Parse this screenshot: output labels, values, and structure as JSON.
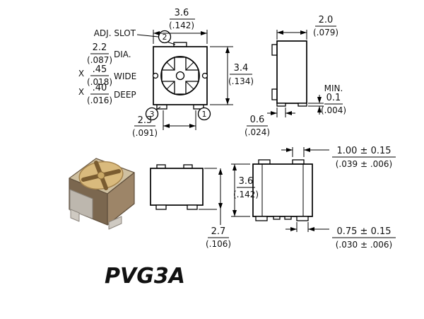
{
  "part_label": "PVG3A",
  "colors": {
    "line": "#000000",
    "background": "#ffffff",
    "photo_top": "#cfc0a0",
    "photo_right": "#9d8568",
    "photo_left": "#7b674f",
    "photo_rotor": "#d9ba7d",
    "photo_rotor_slot": "#7a5c30",
    "photo_rotor_hub": "#c9a866",
    "photo_metal": "#bdb7ae",
    "photo_foot": "#cfcac2"
  },
  "top_view": {
    "adj_slot_label": "ADJ. SLOT",
    "slot_dia": {
      "mm": "2.2",
      "inch": "(.087)",
      "suffix": "DIA."
    },
    "slot_wide": {
      "prefix": "X",
      "mm": ".45",
      "inch": "(.018)",
      "suffix": "WIDE"
    },
    "slot_deep": {
      "prefix": "X",
      "mm": ".40",
      "inch": "(.016)",
      "suffix": "DEEP"
    },
    "dim_width": {
      "mm": "3.6",
      "inch": "(.142)"
    },
    "dim_height": {
      "mm": "3.4",
      "inch": "(.134)"
    },
    "dim_pad_span": {
      "mm": "2.3",
      "inch": "(.091)"
    },
    "terminals": {
      "t1": "1",
      "t2": "2",
      "t3": "3"
    }
  },
  "side_view": {
    "dim_depth": {
      "mm": "2.0",
      "inch": "(.079)"
    },
    "dim_standoff": {
      "label": "MIN.",
      "mm": "0.1",
      "inch": "(.004)"
    },
    "dim_pad": {
      "mm": "0.6",
      "inch": "(.024)"
    }
  },
  "front_view": {
    "dim_total_height": {
      "mm": "3.6",
      "inch": "(.142)"
    },
    "dim_body_height": {
      "mm": "2.7",
      "inch": "(.106)"
    }
  },
  "bottom_view": {
    "dim_pad_top": {
      "mm": "1.00 ± 0.15",
      "inch": "(.039 ± .006)"
    },
    "dim_pad_bottom": {
      "mm": "0.75 ± 0.15",
      "inch": "(.030 ± .006)"
    }
  }
}
